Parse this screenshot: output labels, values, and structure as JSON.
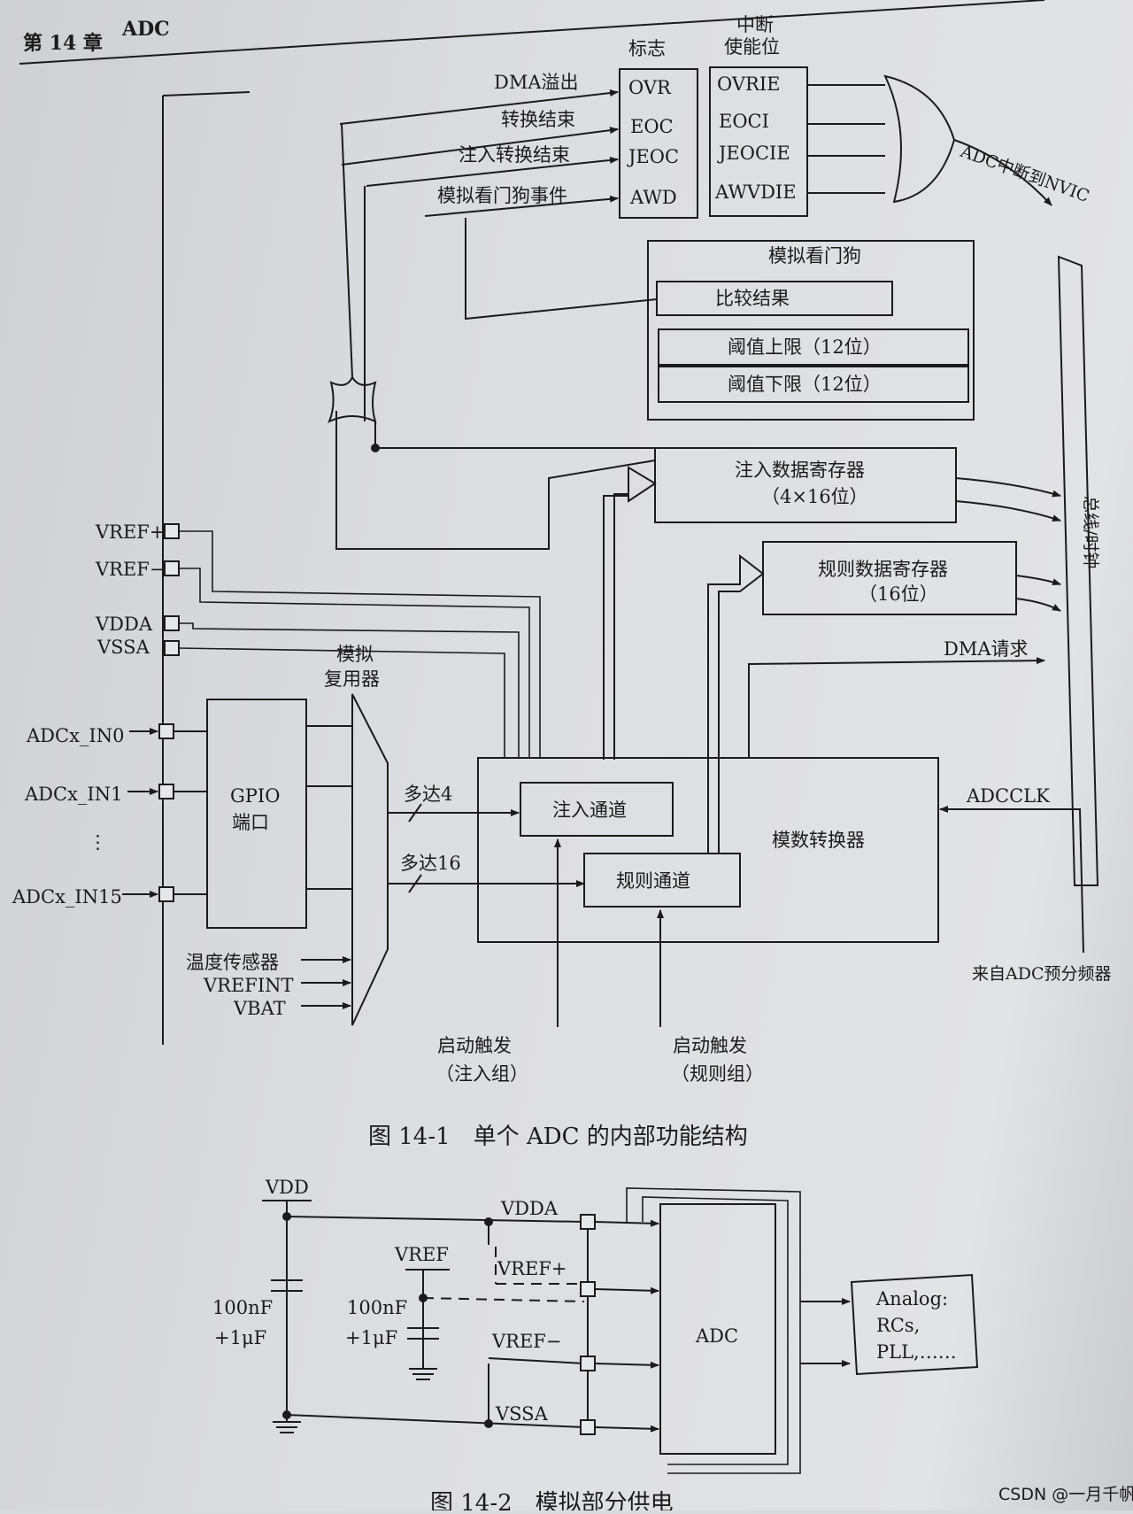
{
  "header": {
    "chapter": "第 14 章",
    "title": "ADC"
  },
  "figure1": {
    "caption": "图 14-1　单个 ADC 的内部功能结构",
    "col_flags": "标志",
    "col_enable_line1": "中断",
    "col_enable_line2": "使能位",
    "events": [
      "DMA溢出",
      "转换结束",
      "注入转换结束",
      "模拟看门狗事件"
    ],
    "flags": [
      "OVR",
      "EOC",
      "JEOC",
      "AWD"
    ],
    "enables": [
      "OVRIE",
      "EOCI",
      "JEOCIE",
      "AWVDIE"
    ],
    "irq_out": "ADC中断到NVIC",
    "watchdog": {
      "title": "模拟看门狗",
      "compare": "比较结果",
      "high": "阈值上限（12位）",
      "low": "阈值下限（12位）"
    },
    "injected_reg_line1": "注入数据寄存器",
    "injected_reg_line2": "（4×16位）",
    "regular_reg_line1": "规则数据寄存器",
    "regular_reg_line2": "（16位）",
    "bus": "总线/时钟",
    "pins": [
      "VREF+",
      "VREF−",
      "VDDA",
      "VSSA"
    ],
    "inputs": [
      "ADCx_IN0",
      "ADCx_IN1",
      "⋮",
      "ADCx_IN15"
    ],
    "gpio_line1": "GPIO",
    "gpio_line2": "端口",
    "mux_line1": "模拟",
    "mux_line2": "复用器",
    "internal_inputs": [
      "温度传感器",
      "VREFINT",
      "VBAT"
    ],
    "upto4": "多达4",
    "upto16": "多达16",
    "injected_channel": "注入通道",
    "regular_channel": "规则通道",
    "converter": "模数转换器",
    "dma_request": "DMA请求",
    "adcclk": "ADCCLK",
    "prescaler": "来自ADC预分频器",
    "trig_inj_line1": "启动触发",
    "trig_inj_line2": "（注入组）",
    "trig_reg_line1": "启动触发",
    "trig_reg_line2": "（规则组）"
  },
  "figure2": {
    "caption": "图 14-2　模拟部分供电",
    "vdd": "VDD",
    "vdda": "VDDA",
    "vref": "VREF",
    "vref_plus": "VREF+",
    "vref_minus": "VREF−",
    "vssa": "VSSA",
    "cap1_line1": "100nF",
    "cap1_line2": "+1μF",
    "cap2_line1": "100nF",
    "cap2_line2": "+1μF",
    "adc": "ADC",
    "analog_line1": "Analog:",
    "analog_line2": "RCs,",
    "analog_line3": "PLL,……"
  },
  "watermark": "CSDN @一月千帆"
}
